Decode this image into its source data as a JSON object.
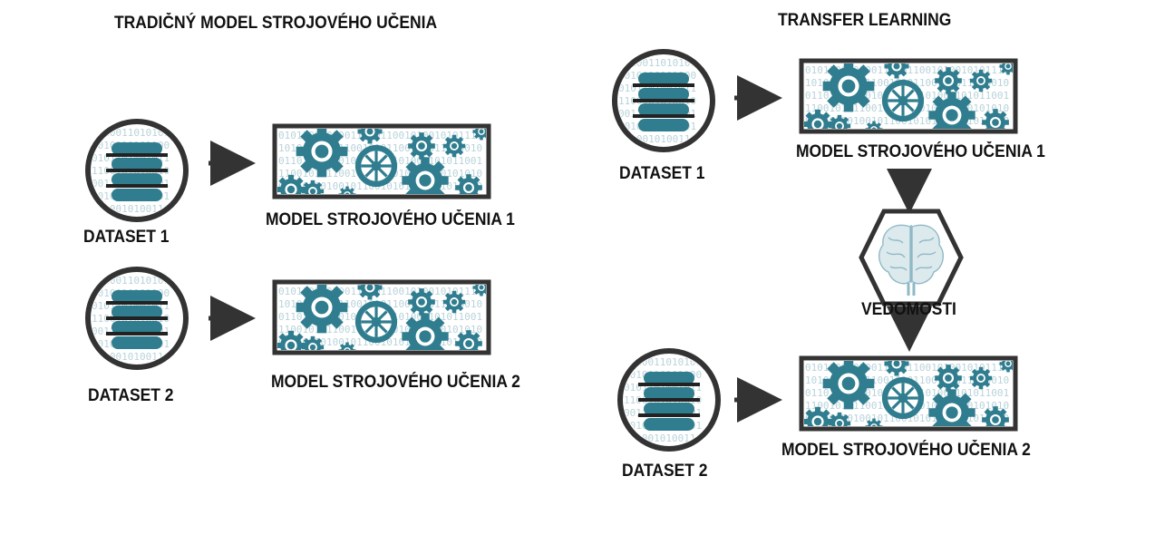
{
  "left": {
    "title": "TRADIČNÝ MODEL STROJOVÉHO UČENIA",
    "dataset1": "DATASET 1",
    "dataset2": "DATASET 2",
    "model1": "MODEL STROJOVÉHO UČENIA 1",
    "model2": "MODEL STROJOVÉHO UČENIA 2"
  },
  "right": {
    "title": "TRANSFER LEARNING",
    "dataset1": "DATASET 1",
    "dataset2": "DATASET 2",
    "model1": "MODEL STROJOVÉHO UČENIA 1",
    "model2": "MODEL STROJOVÉHO UČENIA 2",
    "knowledge": "VEDOMOSTI"
  },
  "colors": {
    "accent": "#2f7d8f",
    "outline": "#333333",
    "binary": "#b9d3da"
  },
  "binary_text": "1010011010 0110010101 1001010010 0101100110 1100010101 0110101001"
}
